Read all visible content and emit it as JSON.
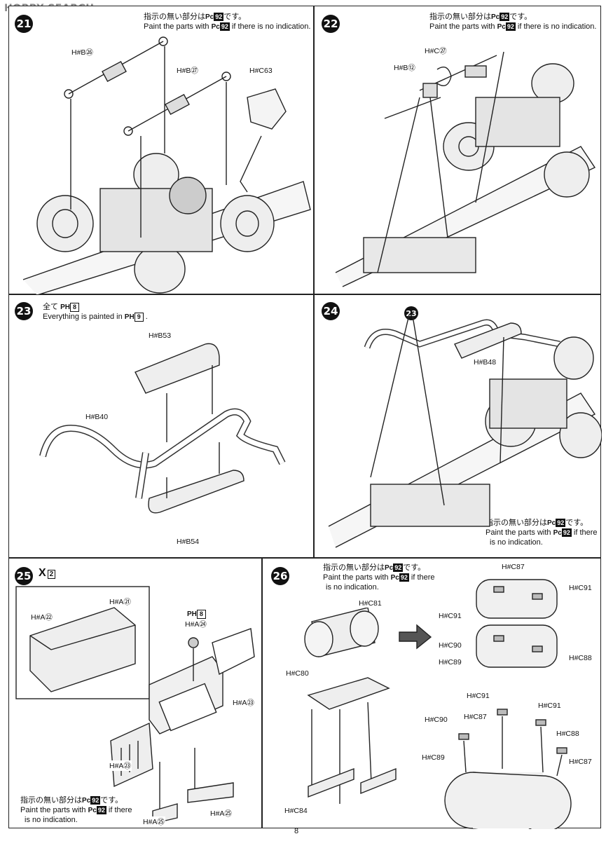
{
  "watermark": "HOBBY SEARCH",
  "page_number": "8",
  "note_jp": "指示の無い部分は",
  "note_jp_end": "です。",
  "note_en_a": "Paint the parts with",
  "note_en_b": "if there is no indication.",
  "note_en_b1": "if there",
  "note_en_b2": "is no indication.",
  "pc_code": "Pc",
  "pc_num": "92",
  "steps": {
    "s21": {
      "num": "21",
      "labels": [
        "H#B㉖",
        "H#B㉗",
        "H#C63"
      ]
    },
    "s22": {
      "num": "22",
      "labels": [
        "H#C㉗",
        "H#B⑫"
      ]
    },
    "s23": {
      "num": "23",
      "jp": "全て",
      "ph": "PH",
      "ph_num": "8",
      "en": "Everything is painted in",
      "ph_num_en": "9",
      "labels": [
        "H#B53",
        "H#B40",
        "H#B54"
      ]
    },
    "s24": {
      "num": "24",
      "ref": "23",
      "labels": [
        "H#B48"
      ]
    },
    "s25": {
      "num": "25",
      "x2": "X",
      "x2_num": "2",
      "ph_num": "8",
      "labels": [
        "H#A㉑",
        "H#A㉒",
        "H#A㉔",
        "H#A㉓",
        "H#A㉓",
        "H#A㉕",
        "H#A㉕"
      ]
    },
    "s26": {
      "num": "26",
      "labels": [
        "H#C81",
        "H#C80",
        "H#C84",
        "H#C87",
        "H#C91",
        "H#C91",
        "H#C90",
        "H#C89",
        "H#C88",
        "H#C91",
        "H#C87",
        "H#C91",
        "H#C90",
        "H#C88",
        "H#C89",
        "H#C87"
      ]
    }
  }
}
